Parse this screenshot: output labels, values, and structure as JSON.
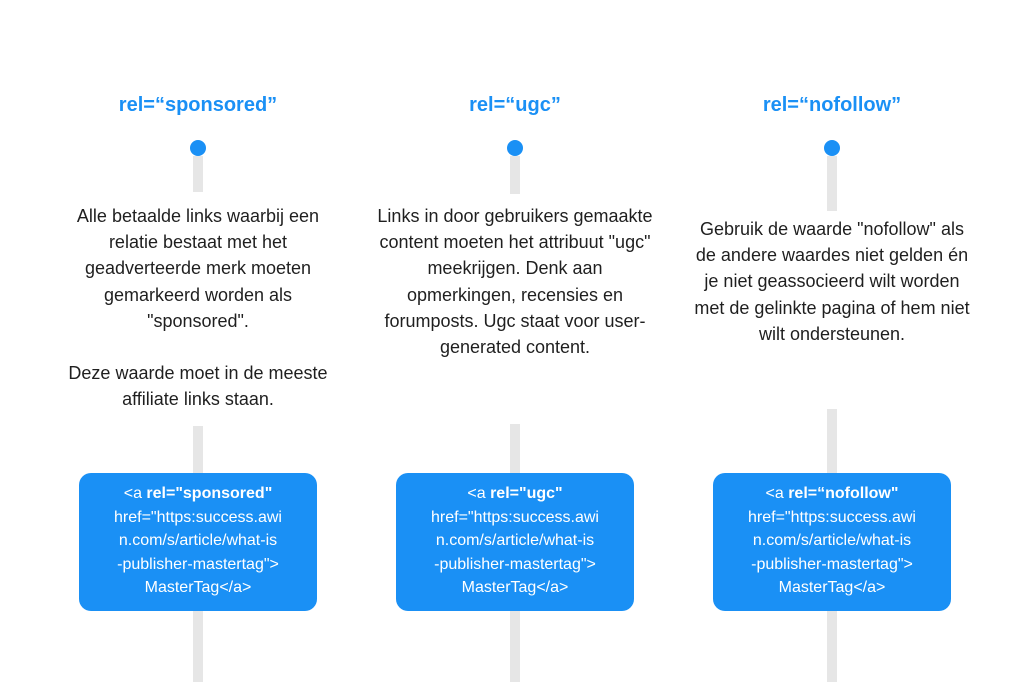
{
  "columns": [
    {
      "title": "rel=“sponsored”",
      "description": [
        "Alle betaalde links waarbij een relatie bestaat met het geadverteerde merk moeten gemarkeerd worden als \"sponsored\".",
        "Deze waarde moet in de meeste affiliate links staan."
      ],
      "code": {
        "open": "<a ",
        "attr": "rel=\"sponsored\"",
        "line2": "href=\"https:success.awi",
        "line3": "n.com/s/article/what-is",
        "line4": "-publisher-mastertag\">",
        "line5": "MasterTag</a>"
      }
    },
    {
      "title": "rel=“ugc”",
      "description": [
        "Links in door gebruikers gemaakte content moeten het attribuut \"ugc\" meekrijgen. Denk aan opmerkingen, recensies en forumposts. Ugc staat voor user-generated content."
      ],
      "code": {
        "open": "<a ",
        "attr": "rel=\"ugc\"",
        "line2": "href=\"https:success.awi",
        "line3": "n.com/s/article/what-is",
        "line4": "-publisher-mastertag\">",
        "line5": "MasterTag</a>"
      }
    },
    {
      "title": "rel=“nofollow”",
      "description": [
        "Gebruik de waarde \"nofollow\" als de andere waardes niet gelden én je niet geassocieerd wilt worden met de gelinkte pagina of hem niet wilt ondersteunen."
      ],
      "code": {
        "open": "<a ",
        "attr": "rel=“nofollow\"",
        "line2": "href=\"https:success.awi",
        "line3": "n.com/s/article/what-is",
        "line4": "-publisher-mastertag\">",
        "line5": "MasterTag</a>"
      }
    }
  ]
}
